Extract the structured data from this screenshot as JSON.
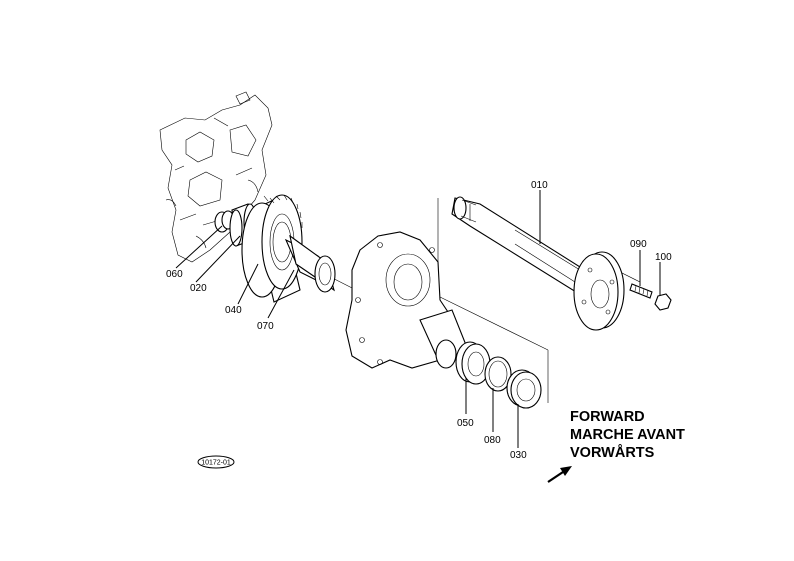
{
  "labels": {
    "p010": "010",
    "p020": "020",
    "p030": "030",
    "p040": "040",
    "p050": "050",
    "p060": "060",
    "p070": "070",
    "p080": "080",
    "p090": "090",
    "p100": "100"
  },
  "direction": {
    "line1": "FORWARD",
    "line2": "MARCHE AVANT",
    "line3": "VORWÅRTS"
  },
  "figure_code": "10172-01"
}
